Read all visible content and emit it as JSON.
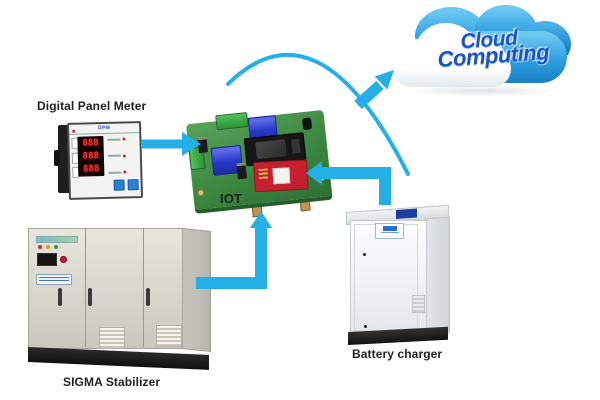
{
  "canvas": {
    "background": "#ffffff",
    "arrow_color": "#24afe6"
  },
  "cloud": {
    "line1": "Cloud",
    "line2": "Computing",
    "text_color": "#1c54c4"
  },
  "devices": {
    "panel_meter": {
      "label": "Digital Panel Meter",
      "brand": "DPM",
      "display_rows": [
        "888",
        "888",
        "888"
      ]
    },
    "iot": {
      "label": "IOT"
    },
    "stabilizer": {
      "label": "SIGMA Stabilizer"
    },
    "charger": {
      "label": "Battery charger"
    }
  }
}
